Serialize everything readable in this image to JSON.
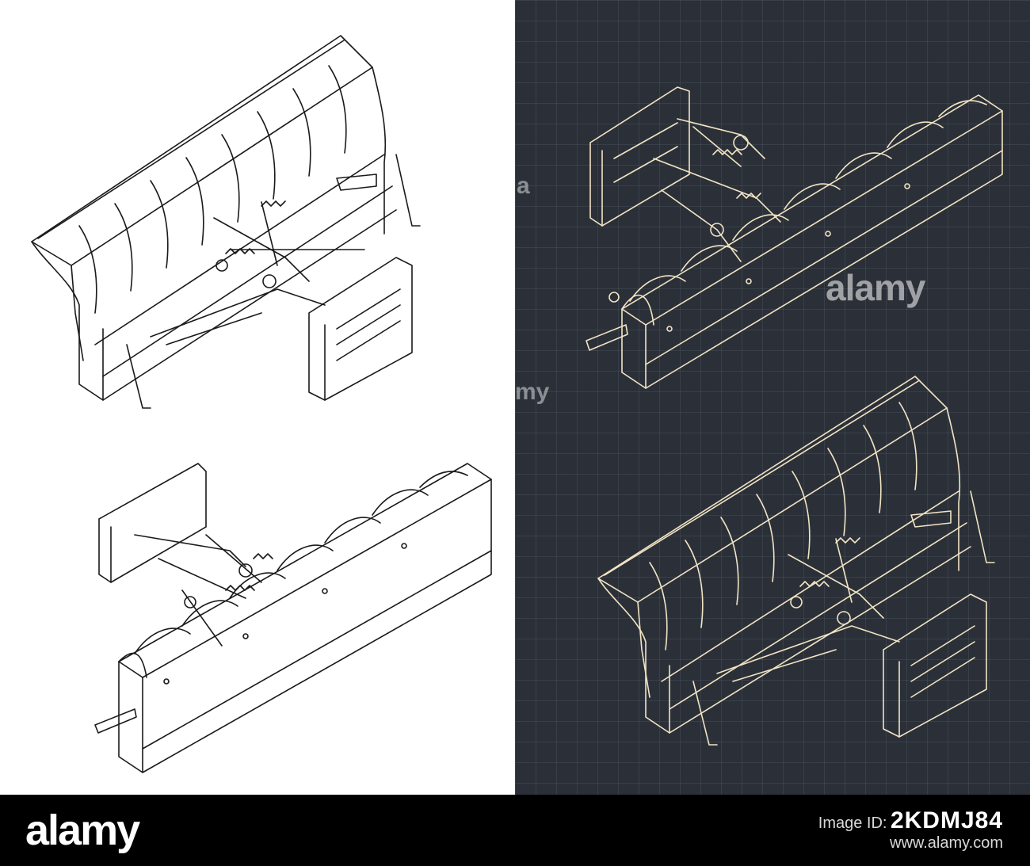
{
  "watermark": {
    "brand": "alamy",
    "side_left": "a",
    "side_mid": "my"
  },
  "footer": {
    "logo": "alamy",
    "image_id_label": "Image ID:",
    "image_id": "2KDMJ84",
    "url": "www.alamy.com"
  },
  "colors": {
    "light_panel_bg": "#ffffff",
    "dark_panel_bg": "#2b3038",
    "dark_ink": "#1a1a1a",
    "cream_ink": "#f2e4c4",
    "footer_bg": "#000000"
  }
}
